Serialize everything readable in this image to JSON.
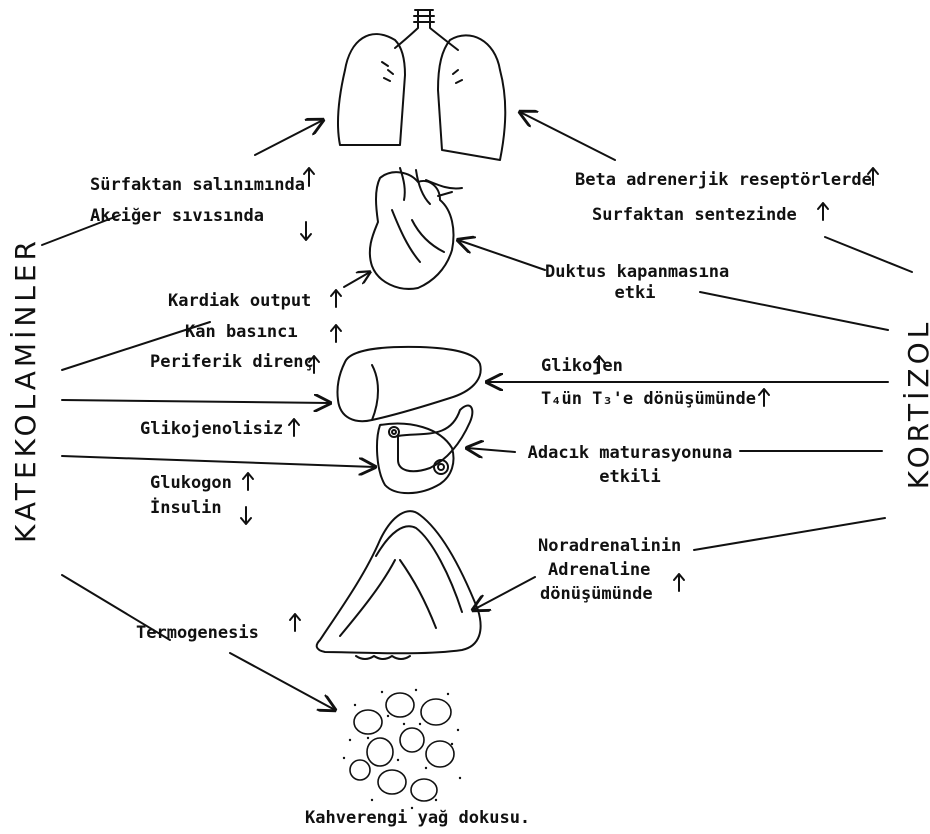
{
  "left_label": "KATEKOLAMİNLER",
  "right_label": "KORTİZOL",
  "lungs": {
    "left": [
      "Sürfaktan salınımında",
      "Akciğer sıvısında"
    ],
    "right": [
      "Beta adrenerjik reseptörlerde",
      "Surfaktan sentezinde"
    ]
  },
  "heart": {
    "left": [
      "Kardiak output",
      "Kan basıncı",
      "Periferik direnç"
    ],
    "right": [
      "Duktus kapanmasına",
      "etki"
    ]
  },
  "liver": {
    "left": "Glikojenolisiz",
    "right": [
      "Glikojen",
      "T₄ün T₃'e dönüşümünde"
    ]
  },
  "pancreas": {
    "left": [
      "Glukogon",
      "İnsulin"
    ],
    "right": [
      "Adacık maturasyonuna",
      "etkili"
    ]
  },
  "adrenal": {
    "left": "Termogenesis",
    "right": [
      "Noradrenalinin",
      "Adrenaline",
      "dönüşümünde"
    ]
  },
  "fat": {
    "caption": "Kahverengi yağ dokusu."
  },
  "colors": {
    "ink": "#111111",
    "background": "#ffffff"
  },
  "icons": [
    "lungs-icon",
    "heart-icon",
    "liver-icon",
    "pancreas-icon",
    "adrenal-gland-icon",
    "brown-fat-icon"
  ]
}
